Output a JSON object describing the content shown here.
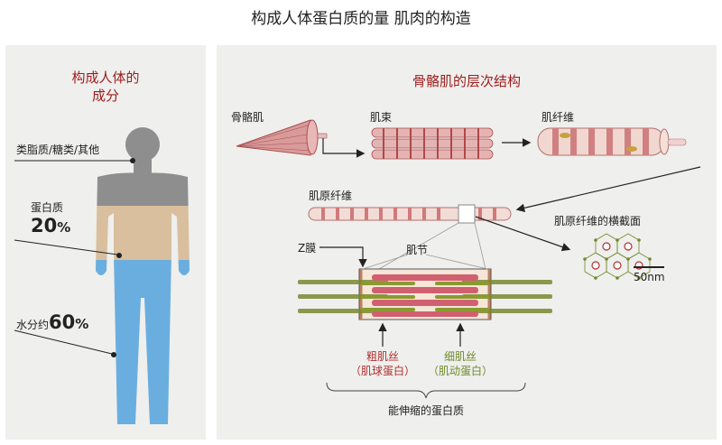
{
  "title": "构成人体蛋白质的量 肌肉的构造",
  "left": {
    "heading_line1": "构成人体的",
    "heading_line2": "成分",
    "lipid_label": "类脂质/糖类/其他",
    "protein_label": "蛋白质",
    "protein_value": "20",
    "water_label": "水分约",
    "water_value": "60",
    "percent_sign": "%",
    "colors": {
      "lipid": "#8e8e8e",
      "protein": "#d9bf9e",
      "water": "#6aaee0"
    }
  },
  "right": {
    "heading": "骨骼肌的层次结构",
    "skeletal_muscle": "骨骼肌",
    "fascicle": "肌束",
    "fiber": "肌纤维",
    "myofibril": "肌原纤维",
    "cross_section": "肌原纤维的横截面",
    "scale_bar": "50nm",
    "z_membrane": "Z膜",
    "sarcomere": "肌节",
    "thick_filament": "粗肌丝",
    "thick_protein": "（肌球蛋白）",
    "thin_filament": "细肌丝",
    "thin_protein": "（肌动蛋白）",
    "contractile": "能伸缩的蛋白质",
    "colors": {
      "heading": "#9b1c1c",
      "thick": "#b03030",
      "thin": "#6f8a2a"
    }
  }
}
